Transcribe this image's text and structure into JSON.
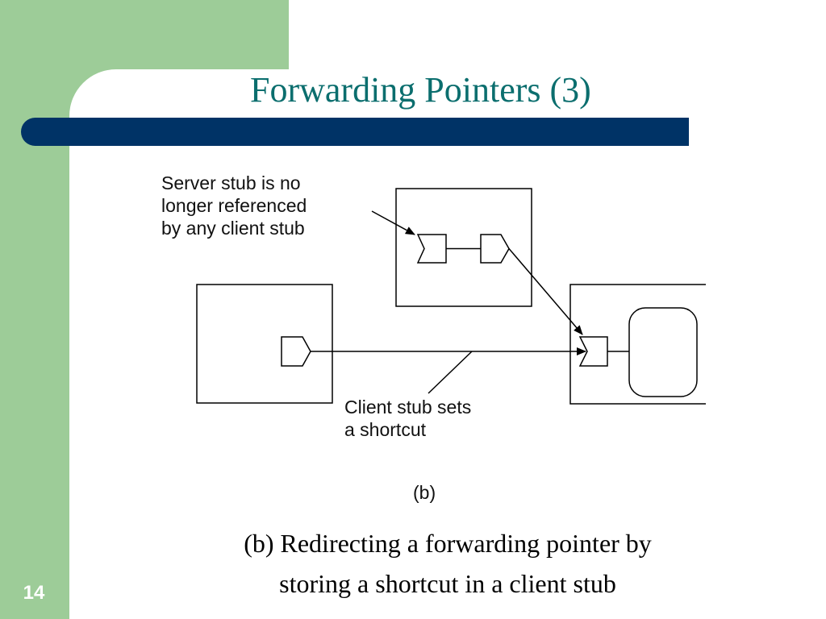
{
  "slide": {
    "title": "Forwarding Pointers (3)",
    "caption_line1": "(b) Redirecting a forwarding pointer by",
    "caption_line2": "storing a shortcut in a client stub",
    "page_number": "14"
  },
  "figure": {
    "server_note_lines": [
      "Server stub is no",
      "longer referenced",
      "by any client stub"
    ],
    "client_note_lines": [
      "Client stub sets",
      "a shortcut"
    ],
    "panel_label": "(b)"
  },
  "colors": {
    "sidebar_green": "#9dcc98",
    "title_bar_navy": "#003366",
    "title_teal": "#0b6e6e"
  }
}
